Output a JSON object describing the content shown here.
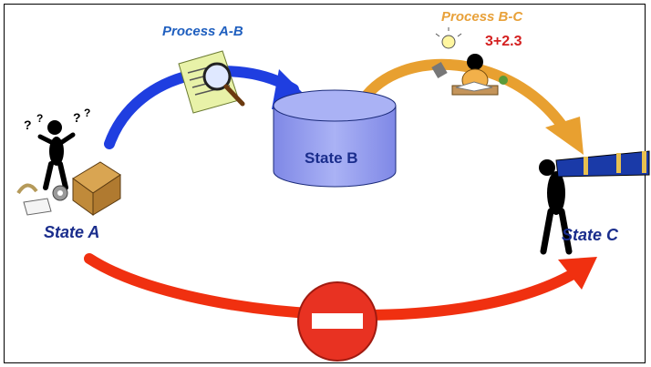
{
  "labels": {
    "state_a": "State A",
    "state_b": "State B",
    "state_c": "State C",
    "process_ab": "Process A-B",
    "process_bc": "Process B-C",
    "math": "3+2.3"
  },
  "colors": {
    "state_label": "#1a2d8c",
    "process_ab": "#1f5fbf",
    "process_bc": "#e8a13a",
    "arrow_ab": "#1f3ee0",
    "arrow_bc": "#e8a030",
    "arrow_ac": "#f03010",
    "database": "#9aa3f0",
    "no_entry": "#e83222",
    "math": "#d42020"
  },
  "icons": {
    "state_a": "confused-person-with-box-icon",
    "process_ab": "document-magnifier-icon",
    "state_b": "database-cylinder-icon",
    "process_bc": "thinking-student-icon",
    "state_c": "person-with-telescope-icon",
    "blocked": "no-entry-icon"
  }
}
